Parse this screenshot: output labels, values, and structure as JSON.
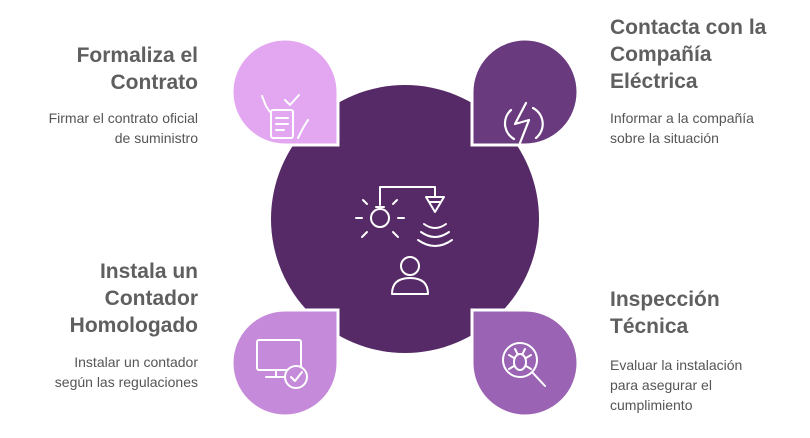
{
  "center": {
    "icon": "electricity-meter-person-icon"
  },
  "steps": [
    {
      "title_lines": [
        "Formaliza el",
        "Contrato"
      ],
      "description_lines": [
        "Firmar el contrato oficial",
        "de suministro"
      ],
      "icon": "signing-contract-icon",
      "color": "#e3a6f0"
    },
    {
      "title_lines": [
        "Contacta con la",
        "Compañía",
        "Eléctrica"
      ],
      "description_lines": [
        "Informar a la compañía",
        "sobre la situación"
      ],
      "icon": "lightning-bolt-icon",
      "color": "#6a3a7e"
    },
    {
      "title_lines": [
        "Instala un",
        "Contador",
        "Homologado"
      ],
      "description_lines": [
        "Instalar un contador",
        "según las regulaciones"
      ],
      "icon": "monitor-check-icon",
      "color": "#c58ad9"
    },
    {
      "title_lines": [
        "Inspección",
        "Técnica"
      ],
      "description_lines": [
        "Evaluar la instalación",
        "para asegurar el",
        "cumplimiento"
      ],
      "icon": "bug-magnifier-icon",
      "color": "#9a63b3"
    }
  ],
  "colors": {
    "center_circle": "#562a67",
    "title_text": "#5f5f5f",
    "description_text": "#555555"
  }
}
